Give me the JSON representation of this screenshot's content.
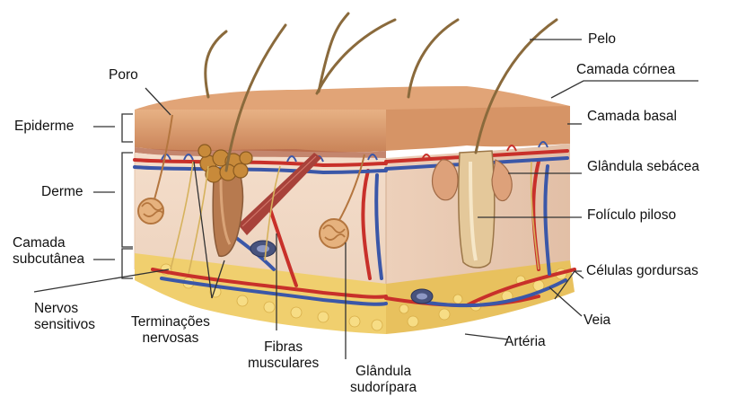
{
  "labels": {
    "pelo": "Pelo",
    "poro": "Poro",
    "camada_cornea": "Camada córnea",
    "camada_basal": "Camada basal",
    "epiderme": "Epiderme",
    "derme": "Derme",
    "glandula_sebacea": "Glândula sebácea",
    "foliculo_piloso": "Folículo piloso",
    "camada_subcutanea": [
      "Camada",
      "subcutânea"
    ],
    "celulas_gordurosas": "Células gordursas",
    "nervos_sensitivos": [
      "Nervos",
      "sensitivos"
    ],
    "terminacoes_nervosas": [
      "Terminações",
      "nervosas"
    ],
    "fibras_musculares": [
      "Fibras",
      "musculares"
    ],
    "glandula_sudoripara": [
      "Glândula",
      "sudorípara"
    ],
    "arteria": "Artéria",
    "veia": "Veia"
  },
  "colors": {
    "epidermis": "#d99a6c",
    "dermis": "#f1d6c2",
    "fat": "#f0cf6e",
    "artery": "#c8302a",
    "vein": "#3b57a8",
    "hair": "#8a6a3c",
    "muscle": "#a8423a",
    "leader": "#333333"
  }
}
